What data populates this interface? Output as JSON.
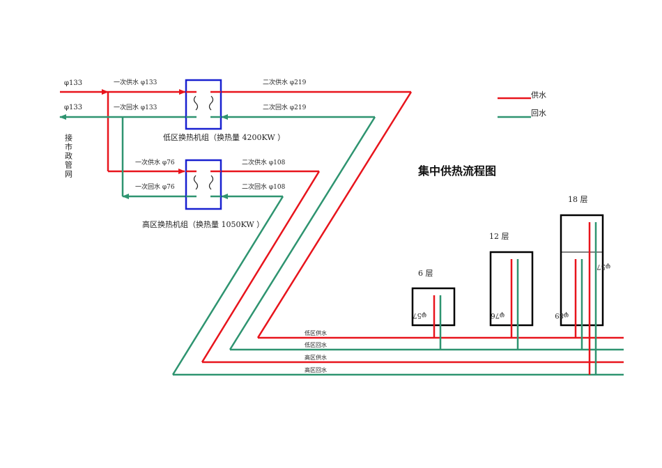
{
  "title": "集中供热流程图",
  "legend": {
    "supply": "供水",
    "return": "回水"
  },
  "colors": {
    "supply": "#e8141c",
    "return": "#2e9470",
    "exchanger_border": "#1820d0",
    "building_border": "#000000"
  },
  "inlet": {
    "supply_label": "φ133",
    "return_label": "φ133",
    "connect_label": "接市政管网"
  },
  "low_zone": {
    "unit_label": "低区换热机组（换热量 4200KW ）",
    "primary_supply": "一次供水 φ133",
    "primary_return": "一次回水 φ133",
    "secondary_supply": "二次供水 φ219",
    "secondary_return": "二次回水 φ219"
  },
  "high_zone": {
    "unit_label": "高区换热机组（换热量 1050KW ）",
    "primary_supply": "一次供水 φ76",
    "primary_return": "一次回水 φ76",
    "secondary_supply": "二次供水 φ108",
    "secondary_return": "二次回水 φ108"
  },
  "mains": {
    "low_supply": "低区供水",
    "low_return": "低区回水",
    "high_supply": "高区供水",
    "high_return": "高区回水"
  },
  "buildings": [
    {
      "floors": "6 层",
      "pipe": "φ57"
    },
    {
      "floors": "12 层",
      "pipe": "φ76"
    },
    {
      "floors": "18 层",
      "pipe": "φ89",
      "pipe2": "φ57"
    }
  ]
}
